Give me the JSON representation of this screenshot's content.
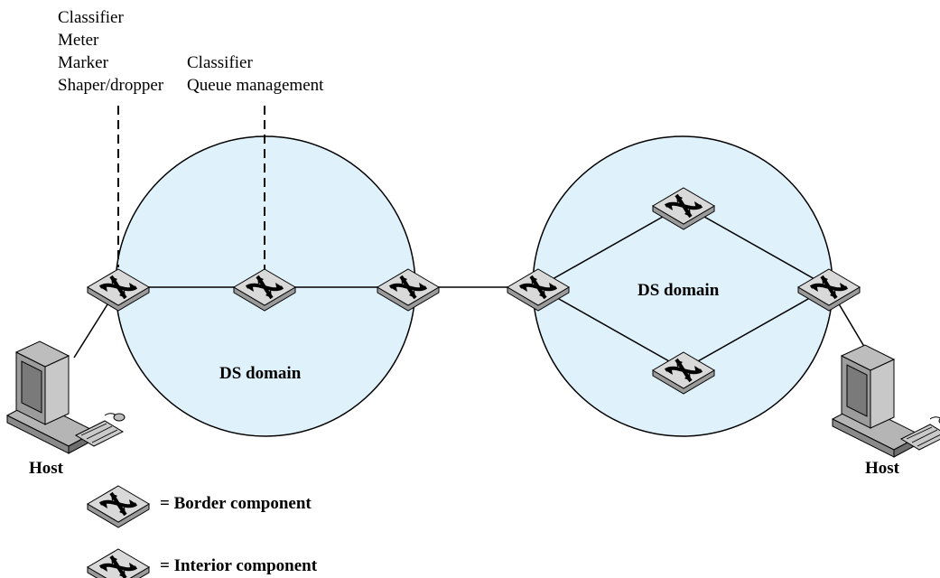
{
  "annotations": {
    "border_functions": [
      "Classifier",
      "Meter",
      "Marker",
      "Shaper/dropper"
    ],
    "interior_functions": [
      "Classifier",
      "Queue management"
    ]
  },
  "domains": [
    {
      "label": "DS domain"
    },
    {
      "label": "DS domain"
    }
  ],
  "hosts": [
    {
      "label": "Host"
    },
    {
      "label": "Host"
    }
  ],
  "legend": {
    "border": "= Border component",
    "interior": "= Interior component"
  },
  "colors": {
    "domain_fill": "#dff1fb",
    "line": "#000000",
    "router_top": "#d9d9d9",
    "router_side": "#9a9a9a",
    "host_body": "#b5b5b5",
    "host_screen": "#7a7a7a"
  }
}
